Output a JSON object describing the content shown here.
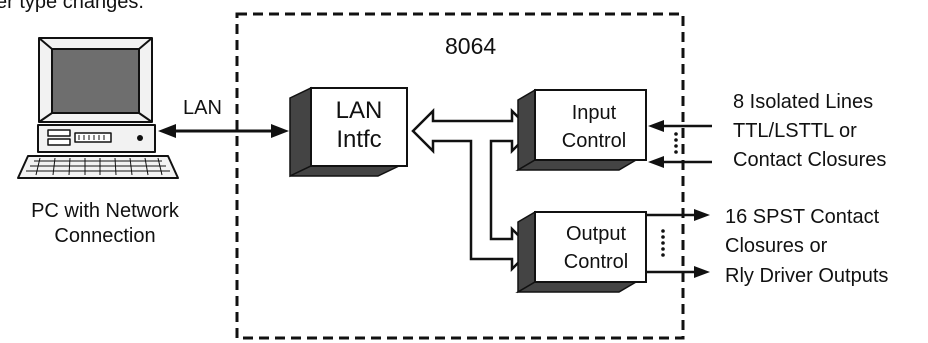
{
  "header_fragment": "er type changes.",
  "boundary_title": "8064",
  "pc": {
    "icon": "desktop-computer-icon",
    "caption_line1": "PC with Network",
    "caption_line2": "Connection"
  },
  "lan_link_label": "LAN",
  "blocks": {
    "lan_interface": {
      "line1": "LAN",
      "line2": "Intfc"
    },
    "input_control": {
      "line1": "Input",
      "line2": "Control"
    },
    "output_control": {
      "line1": "Output",
      "line2": "Control"
    }
  },
  "inputs": {
    "line1": "8 Isolated Lines",
    "line2": "TTL/LSTTL or",
    "line3": "Contact Closures"
  },
  "outputs": {
    "line1": "16 SPST Contact",
    "line2": "Closures or",
    "line3": "Rly Driver Outputs"
  },
  "colors": {
    "line": "#111111",
    "block_fill": "#ffffff",
    "block_shadow": "#444444",
    "screen": "#6e6e6e"
  }
}
